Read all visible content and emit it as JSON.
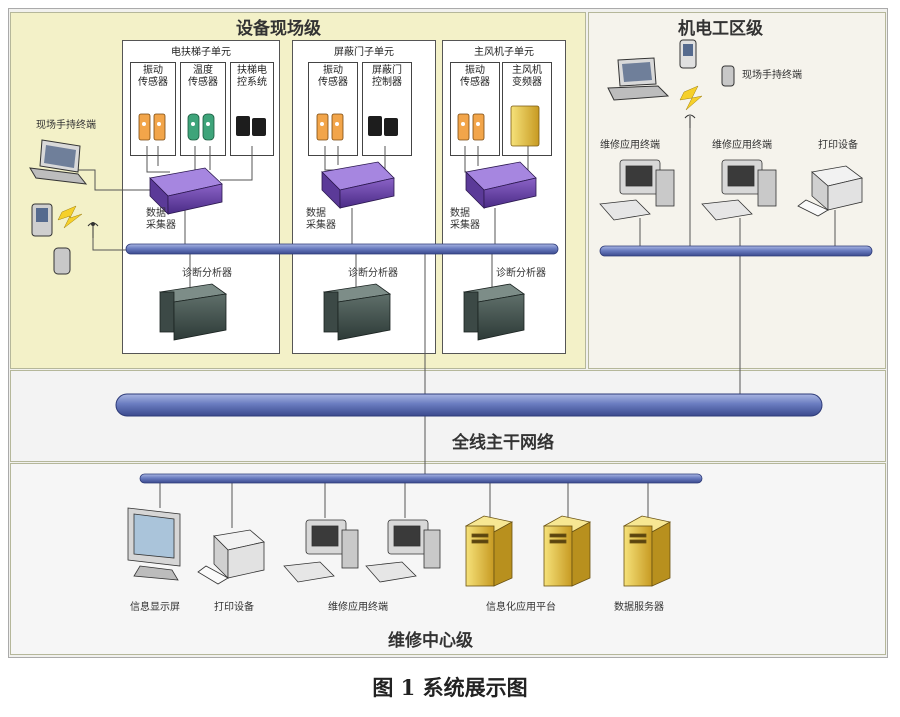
{
  "zones": {
    "field": "设备现场级",
    "mech": "机电工区级",
    "backbone": "全线主干网络",
    "center": "维修中心级"
  },
  "units": [
    {
      "title": "电扶梯子单元",
      "cells": [
        "振动\n传感器",
        "温度\n传感器",
        "扶梯电\n控系统"
      ]
    },
    {
      "title": "屏蔽门子单元",
      "cells": [
        "振动\n传感器",
        "屏蔽门\n控制器"
      ]
    },
    {
      "title": "主风机子单元",
      "cells": [
        "振动\n传感器",
        "主风机\n变频器"
      ]
    }
  ],
  "labels": {
    "handheld_field": "现场手持终端",
    "handheld_mech": "现场手持终端",
    "collector": "数据\n采集器",
    "analyzer": "诊断分析器",
    "maint_terminal": "维修应用终端",
    "printer": "打印设备",
    "info_display": "信息显示屏",
    "info_platform": "信息化应用平台",
    "data_server": "数据服务器"
  },
  "caption": "图 1  系统展示图"
}
